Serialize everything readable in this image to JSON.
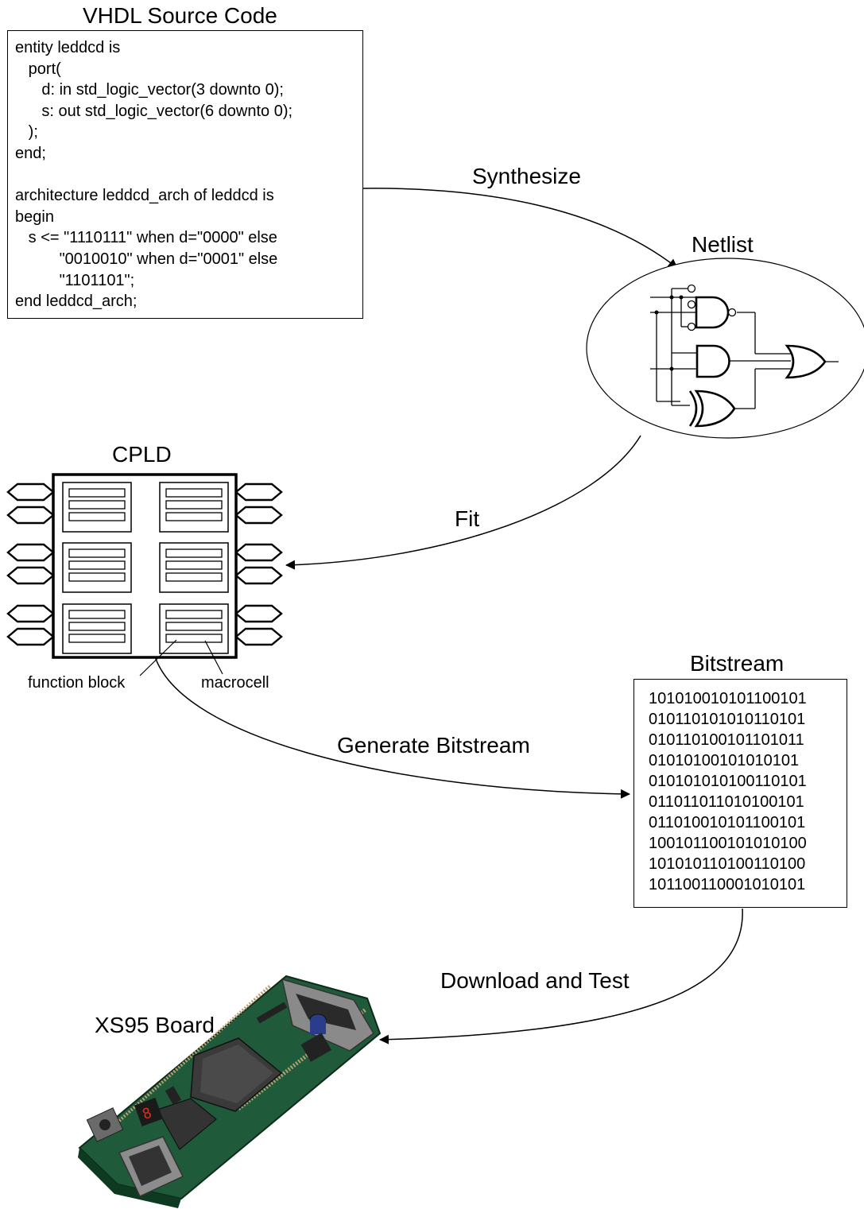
{
  "vhdl": {
    "title": "VHDL Source Code",
    "code_lines": [
      "entity leddcd is",
      "   port(",
      "      d: in std_logic_vector(3 downto 0);",
      "      s: out std_logic_vector(6 downto 0);",
      "   );",
      "end;",
      "",
      "architecture leddcd_arch of leddcd is",
      "begin",
      "   s <= \"1110111\" when d=\"0000\" else",
      "          \"0010010\" when d=\"0001\" else",
      "          \"1101101\";",
      "end leddcd_arch;"
    ]
  },
  "netlist": {
    "title": "Netlist"
  },
  "cpld": {
    "title": "CPLD",
    "function_block_label": "function block",
    "macrocell_label": "macrocell"
  },
  "bitstream": {
    "title": "Bitstream",
    "lines": [
      "101010010101100101",
      "010110101010110101",
      "010110100101101011",
      "01010100101010101",
      "010101010100110101",
      "011011011010100101",
      "011010010101100101",
      "100101100101010100",
      "101010110100110100",
      "101100110001010101"
    ]
  },
  "board": {
    "title": "XS95 Board"
  },
  "steps": {
    "synthesize": "Synthesize",
    "fit": "Fit",
    "generate": "Generate Bitstream",
    "download": "Download and Test"
  }
}
